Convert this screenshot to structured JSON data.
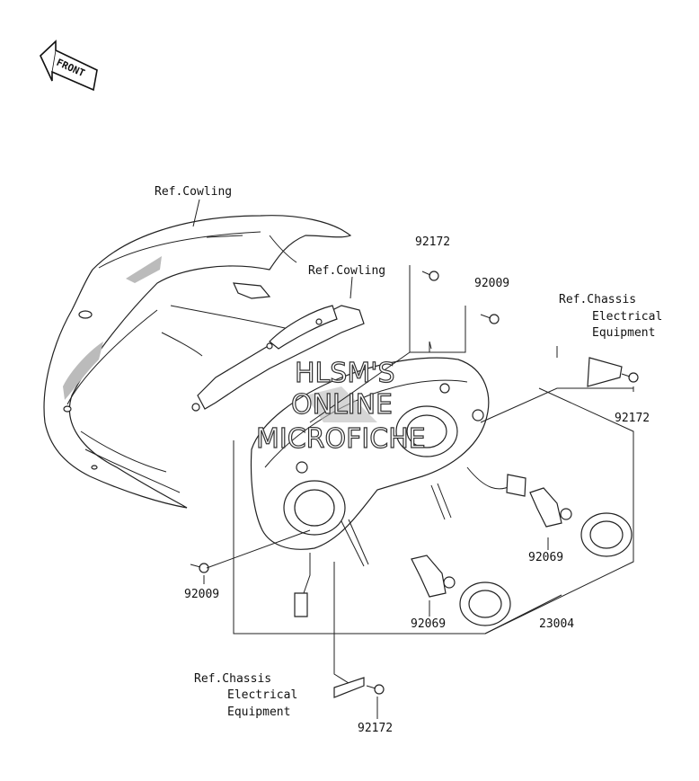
{
  "front_arrow": {
    "text": "FRONT"
  },
  "labels": {
    "ref_cowling_upper": "Ref.Cowling",
    "ref_cowling_inner": "Ref.Cowling",
    "part_92172_top": "92172",
    "part_92009_top": "92009",
    "ref_chassis_right_1": "Ref.Chassis",
    "ref_chassis_right_2": "Electrical",
    "ref_chassis_right_3": "Equipment",
    "part_92172_right": "92172",
    "part_92069_right": "92069",
    "part_92009_left": "92009",
    "part_92069_bottom": "92069",
    "part_23004": "23004",
    "ref_chassis_bottom_1": "Ref.Chassis",
    "ref_chassis_bottom_2": "Electrical",
    "ref_chassis_bottom_3": "Equipment",
    "part_92172_bottom": "92172"
  },
  "watermark": {
    "line1": "HLSM'S",
    "line2": "ONLINE",
    "line3": "MICROFICHE"
  }
}
